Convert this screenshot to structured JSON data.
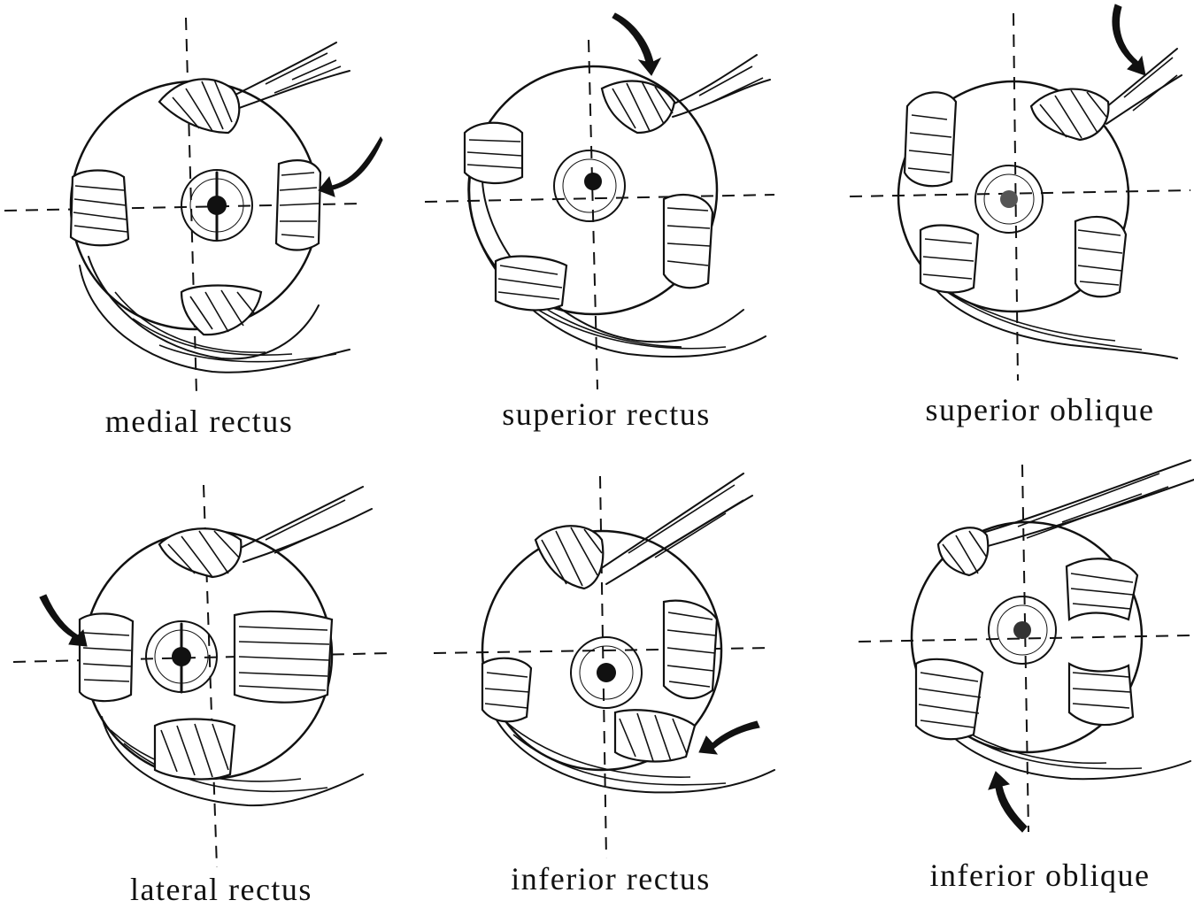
{
  "panels": [
    {
      "id": "medial-rectus",
      "caption": "medial rectus"
    },
    {
      "id": "superior-rectus",
      "caption": "superior rectus"
    },
    {
      "id": "superior-oblique",
      "caption": "superior oblique"
    },
    {
      "id": "lateral-rectus",
      "caption": "lateral rectus"
    },
    {
      "id": "inferior-rectus",
      "caption": "inferior rectus"
    },
    {
      "id": "inferior-oblique",
      "caption": "inferior oblique"
    }
  ]
}
